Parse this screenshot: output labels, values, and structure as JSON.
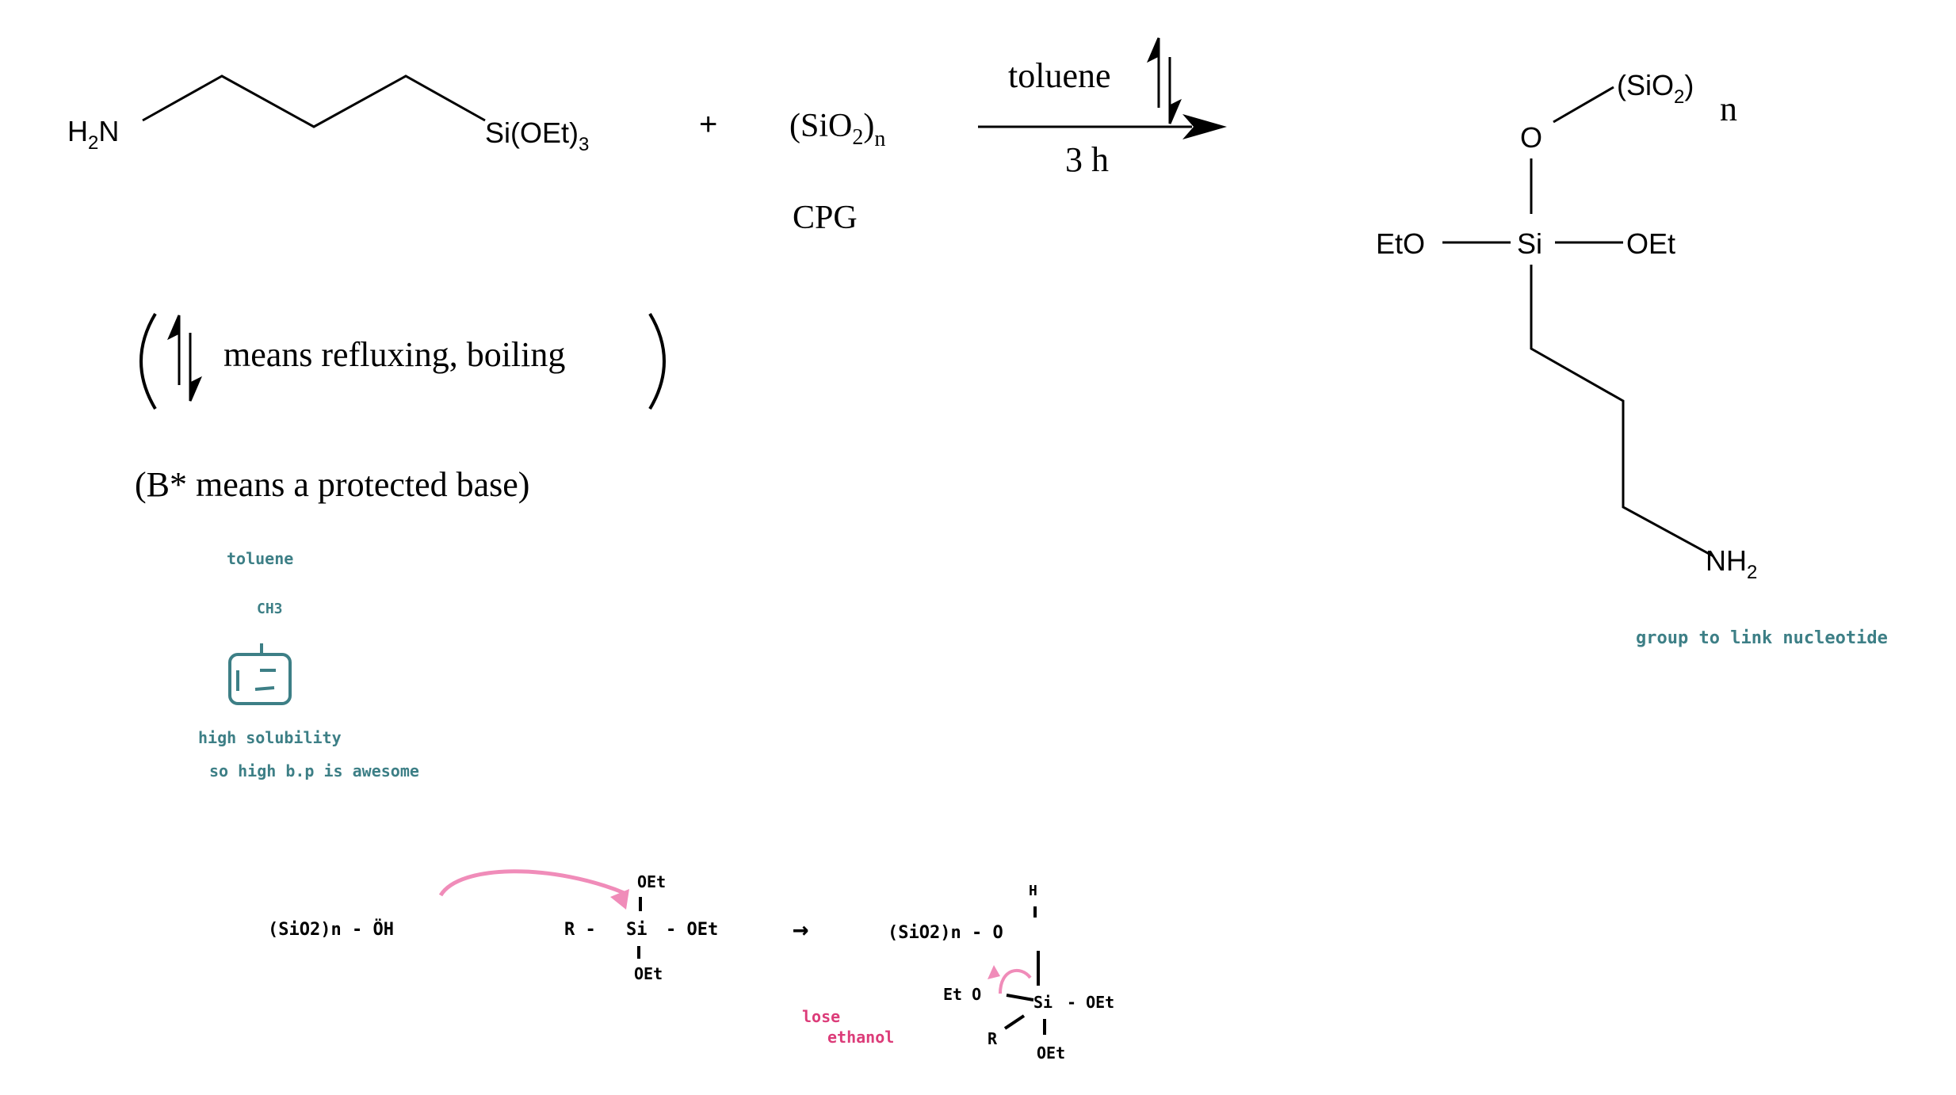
{
  "reaction": {
    "reactant1": {
      "left_group": "H2N",
      "right_group": "Si(OEt)3"
    },
    "plus": "+",
    "reactant2": {
      "formula": "(SiO2)n",
      "name": "CPG"
    },
    "conditions": {
      "above_arrow": "toluene",
      "below_arrow": "3 h"
    },
    "product": {
      "top_group": "(SiO2)",
      "top_subscript": "n",
      "oxygen": "O",
      "center": "Si",
      "left": "EtO",
      "right": "OEt",
      "bottom_group": "NH2"
    }
  },
  "notes": {
    "reflux_note": "means refluxing, boiling",
    "base_note": "(B* means a protected base)"
  },
  "handwritten": {
    "toluene_label": "toluene",
    "methyl_label": "CH3",
    "solubility_line1": "high solubility",
    "solubility_line2": "so high b.p is awesome",
    "linker_note": "group to link nucleotide",
    "lose_line1": "lose",
    "lose_line2": "ethanol",
    "mech": {
      "silanol": "(SiO2)n - ÖH",
      "reagent_r": "R",
      "reagent_si": "Si",
      "reagent_oet_top": "OEt",
      "reagent_oet_right": "- OEt",
      "reagent_oet_bottom": "OEt",
      "arrow": "→",
      "product_h": "H",
      "product_left": "(SiO2)n - O",
      "product_eto": "Et O",
      "product_si": "Si",
      "product_oet_right": "- OEt",
      "product_r": "R",
      "product_oet_bottom": "OEt"
    }
  },
  "colors": {
    "ink": "#000000",
    "teal": "#3d7f86",
    "pink": "#f08cb9",
    "magenta": "#dc3c79"
  }
}
